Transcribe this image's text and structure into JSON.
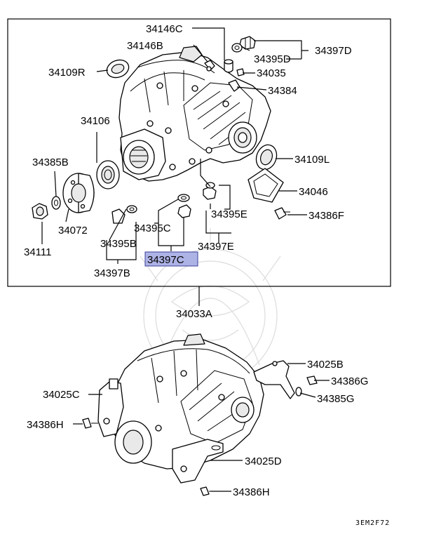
{
  "callouts": [
    {
      "id": "34146C",
      "text": "34146C"
    },
    {
      "id": "34146B",
      "text": "34146B"
    },
    {
      "id": "34395D",
      "text": "34395D"
    },
    {
      "id": "34397D",
      "text": "34397D"
    },
    {
      "id": "34109R",
      "text": "34109R"
    },
    {
      "id": "34035",
      "text": "34035"
    },
    {
      "id": "34384",
      "text": "34384"
    },
    {
      "id": "34106",
      "text": "34106"
    },
    {
      "id": "34109L",
      "text": "34109L"
    },
    {
      "id": "34385B",
      "text": "34385B"
    },
    {
      "id": "34046",
      "text": "34046"
    },
    {
      "id": "34395E",
      "text": "34395E"
    },
    {
      "id": "34386F",
      "text": "34386F"
    },
    {
      "id": "34395C",
      "text": "34395C"
    },
    {
      "id": "34072",
      "text": "34072"
    },
    {
      "id": "34395B",
      "text": "34395B"
    },
    {
      "id": "34397E",
      "text": "34397E"
    },
    {
      "id": "34111",
      "text": "34111"
    },
    {
      "id": "34397C",
      "text": "34397C",
      "highlighted": true
    },
    {
      "id": "34397B",
      "text": "34397B"
    },
    {
      "id": "34033A",
      "text": "34033A"
    },
    {
      "id": "34025B",
      "text": "34025B"
    },
    {
      "id": "34025C",
      "text": "34025C"
    },
    {
      "id": "34386G",
      "text": "34386G"
    },
    {
      "id": "34385G",
      "text": "34385G"
    },
    {
      "id": "34386H_left",
      "text": "34386H"
    },
    {
      "id": "34025D",
      "text": "34025D"
    },
    {
      "id": "34386H_bottom",
      "text": "34386H"
    }
  ],
  "diagram_code": "3EM2F72",
  "colors": {
    "highlight_fill": "#aeb3e6",
    "highlight_stroke": "#3a3f9a",
    "line": "#000000",
    "watermark": "#dcdcdc"
  }
}
